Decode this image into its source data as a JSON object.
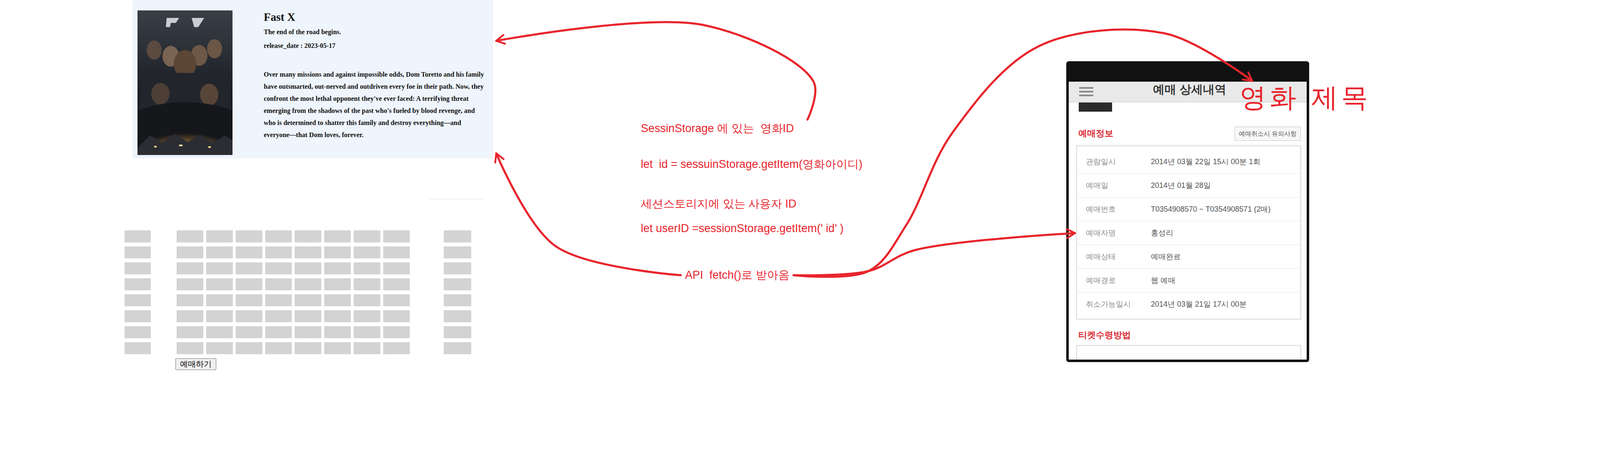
{
  "diagram": {
    "nodes": [
      {
        "text": [
          "Fast X",
          "The end of the road begins.",
          "release_date : 2023-05-17",
          "Over many missions and against impossible odds, Dom Toretto and his family have outsmarted, out-nerved and outdriven every foe in their path. Now, they confront the most lethal opponent they've ever faced: A terrifying threat emerging from the shadows of the past who's fueled by blood revenge, and who is determined to shatter this family and destroy everything—and everyone—that Dom loves, forever."
        ]
      },
      {
        "text": [
          "예매하기"
        ]
      },
      {
        "text": [
          "SessinStorage 에 있는  영화ID",
          "let  id = sessuinStorage.getItem(영화아이디)"
        ]
      },
      {
        "text": [
          "세션스토리지에 있는 사용자 ID",
          "let userID =sessionStorage.getItem(' id' )"
        ]
      },
      {
        "text": [
          "API  fetch()로 받아옴"
        ]
      },
      {
        "text": [
          "예매 상세내역"
        ]
      },
      {
        "text": [
          "영화 제목"
        ]
      },
      {
        "text": [
          "예매취소시 유의사항"
        ],
        "in": 5
      },
      {
        "text": [
          "관람일시",
          "2014년 03월 22일 15시 00분 1회"
        ],
        "in": 5
      },
      {
        "text": [
          "예매일",
          "2014년 01월 28일"
        ],
        "in": 5
      },
      {
        "text": [
          "예매번호",
          "T0354908570 ~ T0354908571 (2매)"
        ],
        "in": 5
      },
      {
        "text": [
          "예매자명",
          "홍성리"
        ],
        "in": 5
      },
      {
        "text": [
          "예매상태",
          "예매완료"
        ],
        "in": 5
      },
      {
        "text": [
          "예매경로",
          "웹 예매"
        ],
        "in": 5
      },
      {
        "text": [
          "취소가능일시",
          "2014년 03월 21일 17시 00분"
        ],
        "in": 5
      }
    ],
    "edges": [
      {
        "from": 2,
        "to": 0,
        "arrow": "to"
      },
      {
        "from": 4,
        "to": 0,
        "arrow": "to"
      },
      {
        "from": 4,
        "to": 6,
        "arrow": "to"
      },
      {
        "from": 4,
        "to": 11,
        "arrow": "to"
      }
    ],
    "labels": [
      "예매정보",
      "티켓수령방법"
    ]
  }
}
